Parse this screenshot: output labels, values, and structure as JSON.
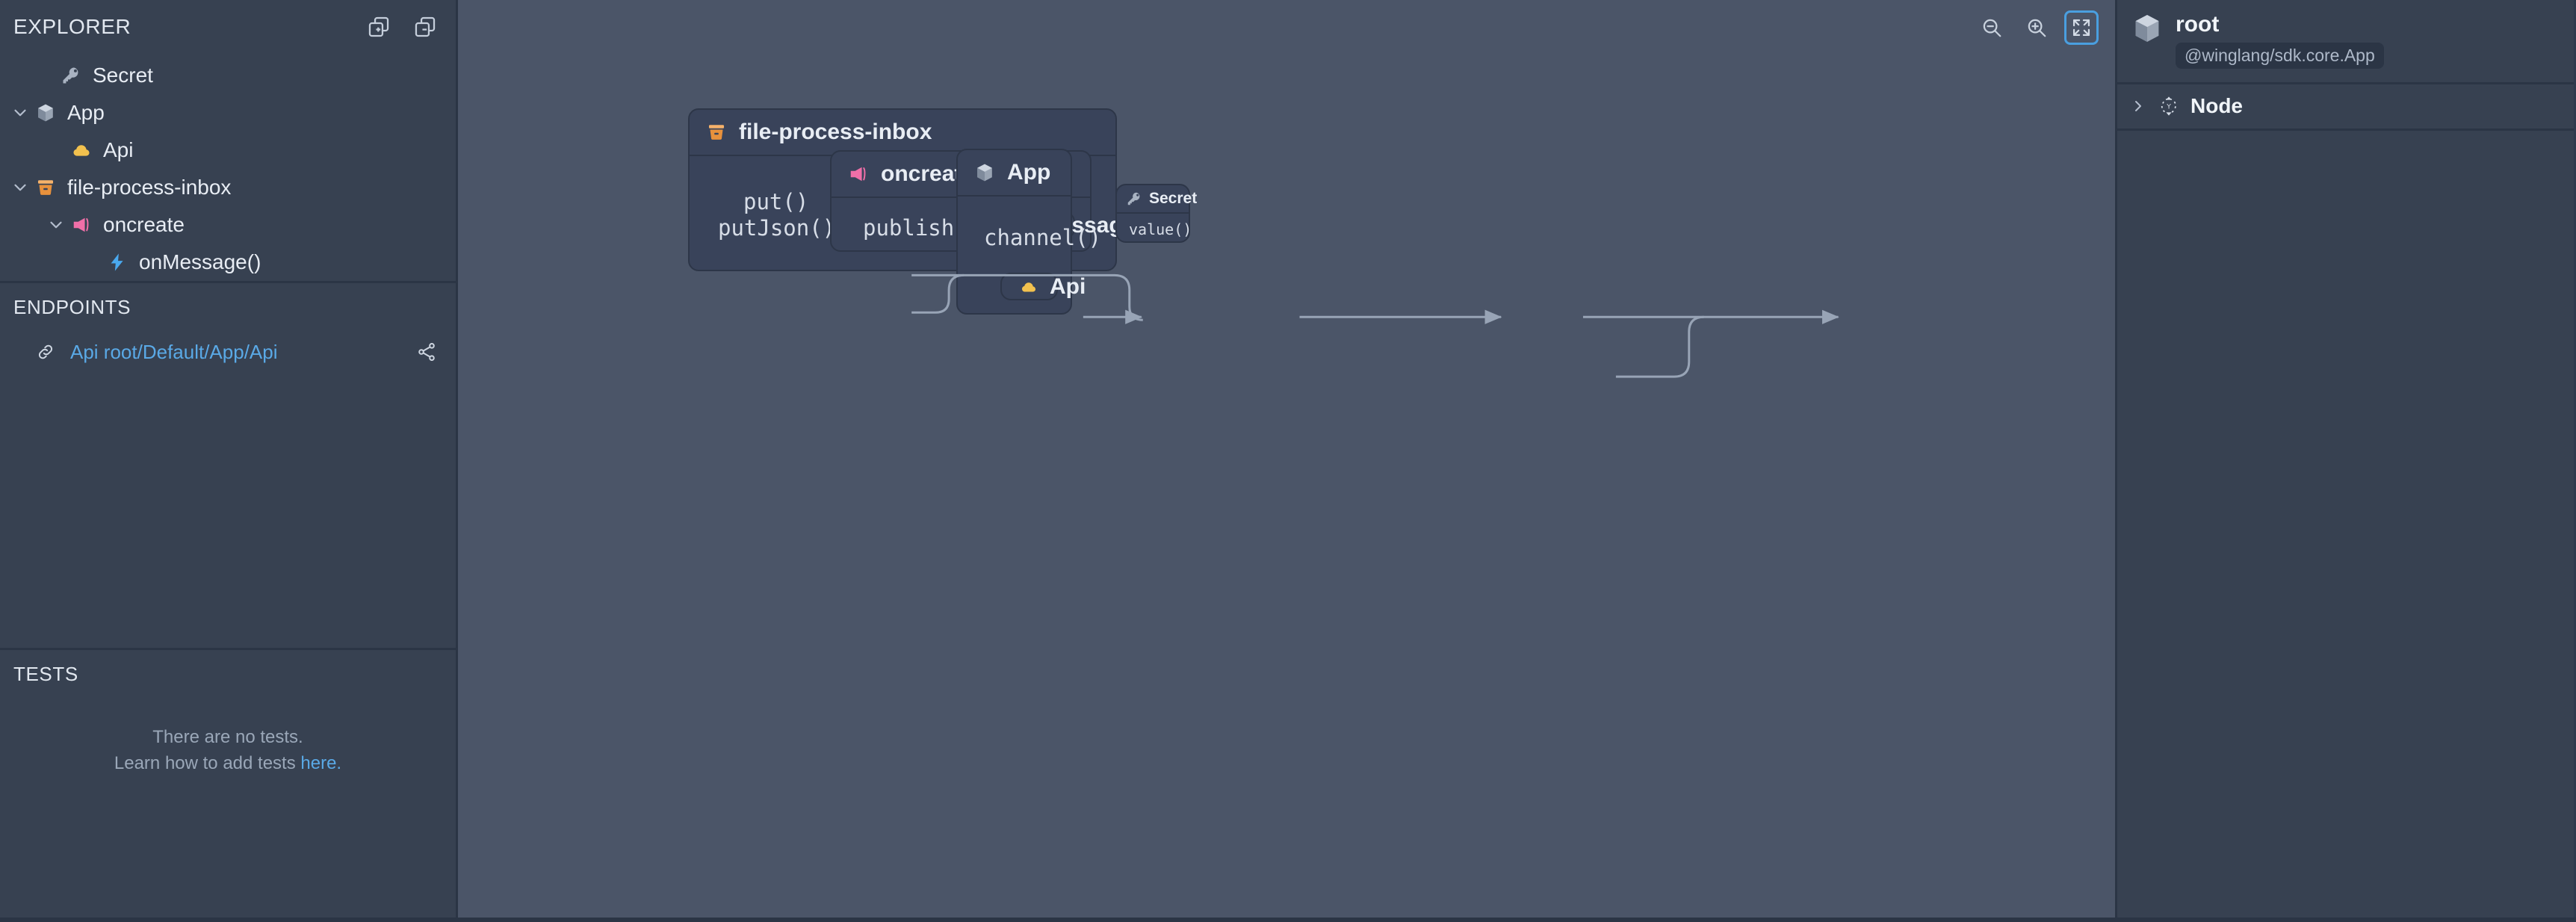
{
  "explorer": {
    "title": "EXPLORER",
    "actions": [
      {
        "name": "expand-all-icon",
        "label": "Expand all"
      },
      {
        "name": "collapse-all-icon",
        "label": "Collapse all"
      }
    ],
    "tree": [
      {
        "label": "Secret",
        "icon": "key-icon",
        "indent": 1,
        "chevron": "none"
      },
      {
        "label": "App",
        "icon": "cube-icon",
        "indent": 1,
        "chevron": "down"
      },
      {
        "label": "Api",
        "icon": "cloud-icon",
        "indent": 2,
        "chevron": "none"
      },
      {
        "label": "file-process-inbox",
        "icon": "bucket-icon",
        "indent": 1,
        "chevron": "down"
      },
      {
        "label": "oncreate",
        "icon": "megaphone-icon",
        "indent": 2,
        "chevron": "down"
      },
      {
        "label": "onMessage()",
        "icon": "lightning-icon",
        "indent": 3,
        "chevron": "none"
      }
    ]
  },
  "endpoints": {
    "title": "ENDPOINTS",
    "items": [
      {
        "label": "Api root/Default/App/Api",
        "icon": "link-icon",
        "action_icon": "share-icon"
      }
    ]
  },
  "tests": {
    "title": "TESTS",
    "empty_line1": "There are no tests.",
    "empty_line2_prefix": "Learn how to add tests ",
    "empty_link": "here.",
    "empty_line2_suffix": ""
  },
  "canvas": {
    "zoom_controls": [
      {
        "name": "zoom-out-button",
        "label": "Zoom out",
        "active": false
      },
      {
        "name": "zoom-in-button",
        "label": "Zoom in",
        "active": false
      },
      {
        "name": "fit-to-screen-button",
        "label": "Fit to screen",
        "active": true
      }
    ],
    "nodes": [
      {
        "id": "file-process-inbox",
        "title": "file-process-inbox",
        "icon": "bucket-icon",
        "ports": [
          "put()",
          "putJson()"
        ]
      },
      {
        "id": "oncreate",
        "title": "oncreate",
        "icon": "megaphone-icon",
        "ports": [
          "publish()"
        ]
      },
      {
        "id": "onMessage",
        "title": "onMessage()",
        "icon": "lightning-icon",
        "type": "leaf"
      },
      {
        "id": "App",
        "title": "App",
        "icon": "cube-icon",
        "ports": [
          "channel()"
        ]
      },
      {
        "id": "Api",
        "title": "Api",
        "icon": "cloud-icon",
        "type": "leaf"
      },
      {
        "id": "Secret",
        "title": "Secret",
        "icon": "key-icon",
        "ports": [
          "value()"
        ]
      }
    ],
    "edges": [
      {
        "from": "put()",
        "to": "onMessage()"
      },
      {
        "from": "putJson()",
        "to": "onMessage()"
      },
      {
        "from": "publish()",
        "to": "onMessage()"
      },
      {
        "from": "onMessage()",
        "to": "channel()"
      },
      {
        "from": "channel()",
        "to": "value()"
      },
      {
        "from": "Api",
        "to": "value()"
      }
    ]
  },
  "inspector": {
    "title": "root",
    "badge": "@winglang/sdk.core.App",
    "icon": "cube-icon",
    "rows": [
      {
        "label": "Node",
        "icon": "node-icon",
        "chevron": "right"
      }
    ]
  },
  "colors": {
    "sidebar_bg": "#374151",
    "canvas_bg": "#4b5568",
    "node_bg": "#39435a",
    "node_border": "#2d3648",
    "accent_blue": "#4a9fe0",
    "link_blue": "#5aa9e6",
    "bucket_orange": "#ef9f4f",
    "megaphone_pink": "#f06fa8",
    "cloud_yellow": "#f2c14e",
    "lightning_blue": "#4aa9ef",
    "key_grey": "#a8b2c1",
    "wire": "#98a4b6"
  }
}
